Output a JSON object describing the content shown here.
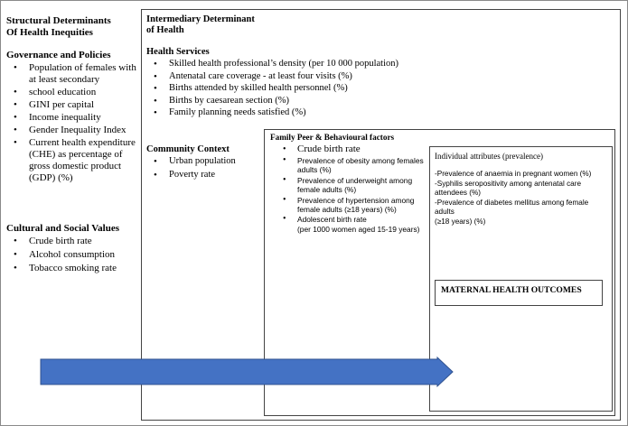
{
  "structural": {
    "title_line1": "Structural Determinants",
    "title_line2": "Of Health Inequities",
    "governance": {
      "heading": "Governance and Policies",
      "items": [
        "Population of females with at least secondary",
        "school education",
        "GINI per capital",
        "Income inequality",
        "Gender Inequality Index",
        "Current health expenditure (CHE) as percentage of gross domestic product (GDP) (%)"
      ]
    },
    "cultural": {
      "heading": "Cultural and Social Values",
      "items": [
        "Crude birth rate",
        "Alcohol consumption",
        "Tobacco smoking rate"
      ]
    }
  },
  "intermediary": {
    "title_line1": "Intermediary Determinant",
    "title_line2": "of Health",
    "health_services": {
      "heading": "Health Services",
      "items": [
        "Skilled health professional’s density (per 10 000 population)",
        "Antenatal care coverage - at least four visits (%)",
        "Births attended by skilled health personnel (%)",
        "Births by caesarean section (%)",
        "Family planning needs satisfied (%)"
      ]
    },
    "community": {
      "heading": "Community Context",
      "items": [
        "Urban population",
        "Poverty rate"
      ]
    }
  },
  "family": {
    "heading": "Family Peer & Behavioural factors",
    "items": [
      "Crude birth rate",
      "Prevalence of obesity among females adults (%)",
      "Prevalence of underweight among female adults (%)",
      "Prevalence of hypertension among female adults (≥18 years) (%)",
      "Adolescent birth rate"
    ],
    "adolescent_note": "(per 1000 women aged 15-19 years)"
  },
  "individual": {
    "heading": "Individual attributes (prevalence)",
    "line1": "-Prevalence of anaemia in pregnant women (%)",
    "line2": "-Syphilis seropositivity among antenatal care attendees (%)",
    "line3": "-Prevalence of diabetes mellitus among female adults",
    "line4": "(≥18 years) (%)"
  },
  "outcome": {
    "label": "MATERNAL HEALTH OUTCOMES"
  },
  "colors": {
    "arrow": "#4472c4",
    "arrow_border": "#2f528f",
    "border": "#444444"
  }
}
